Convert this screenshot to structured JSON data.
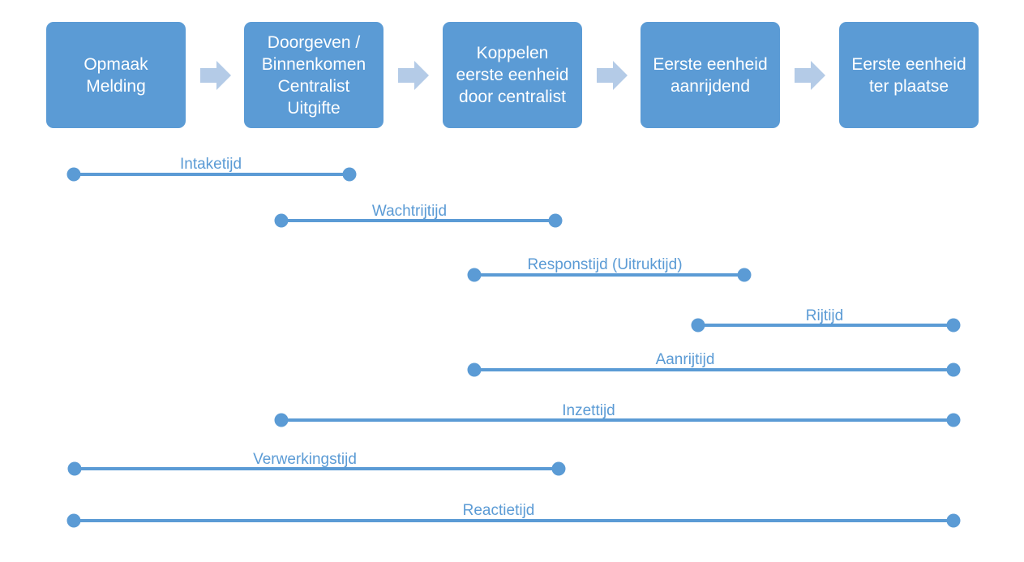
{
  "diagram": {
    "colors": {
      "box": "#5b9bd5",
      "box_text": "#ffffff",
      "arrow": "#b4cbe7",
      "line": "#5b9bd5",
      "label": "#5b9bd5"
    },
    "steps": [
      {
        "label": "Opmaak\nMelding"
      },
      {
        "label": "Doorgeven /\nBinnenkomen\nCentralist\nUitgifte"
      },
      {
        "label": "Koppelen\neerste eenheid\ndoor centralist"
      },
      {
        "label": "Eerste eenheid\naanrijdend"
      },
      {
        "label": "Eerste eenheid\nter plaatse"
      }
    ],
    "intervals": [
      {
        "label": "Intaketijd"
      },
      {
        "label": "Wachtrijtijd"
      },
      {
        "label": "Responstijd (Uitruktijd)"
      },
      {
        "label": "Rijtijd"
      },
      {
        "label": "Aanrijtijd"
      },
      {
        "label": "Inzettijd"
      },
      {
        "label": "Verwerkingstijd"
      },
      {
        "label": "Reactietijd"
      }
    ]
  }
}
